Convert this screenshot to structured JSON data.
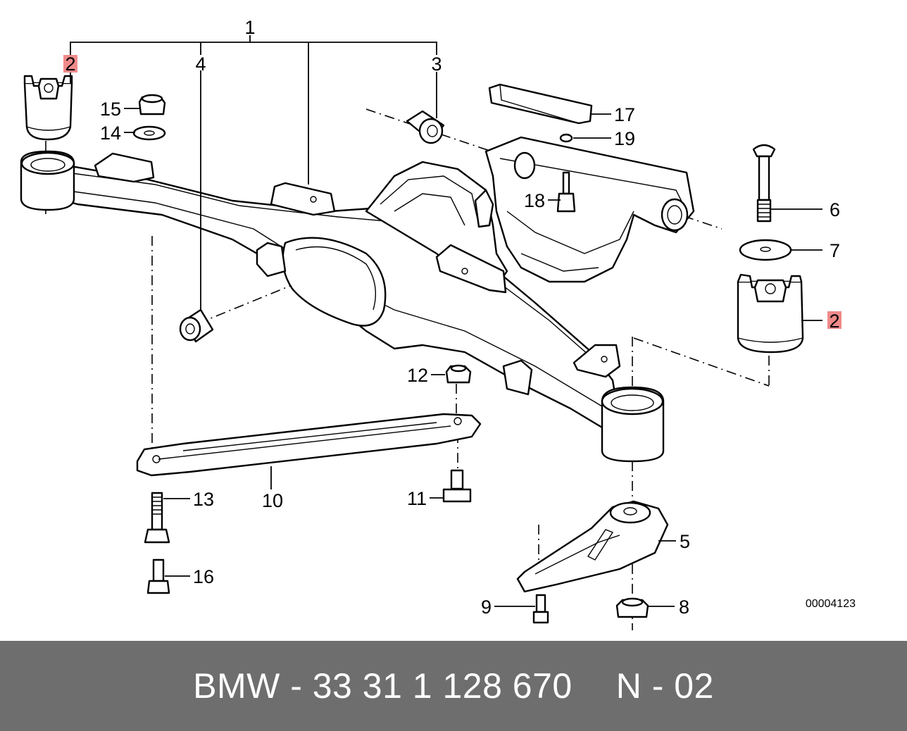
{
  "callouts": {
    "c1": "1",
    "c2a": "2",
    "c2b": "2",
    "c3": "3",
    "c4": "4",
    "c5": "5",
    "c6": "6",
    "c7": "7",
    "c8": "8",
    "c9": "9",
    "c10": "10",
    "c11": "11",
    "c12": "12",
    "c13": "13",
    "c14": "14",
    "c15": "15",
    "c16": "16",
    "c17": "17",
    "c18": "18",
    "c19": "19"
  },
  "diagram_ref": "00004123",
  "footer": {
    "part_number": "BMW - 33 31 1 128 670",
    "diagram_code": "N - 02"
  },
  "colors": {
    "highlight": "#ef8a8a",
    "footer_bg": "#6e6e6e",
    "footer_text": "#ffffff"
  }
}
